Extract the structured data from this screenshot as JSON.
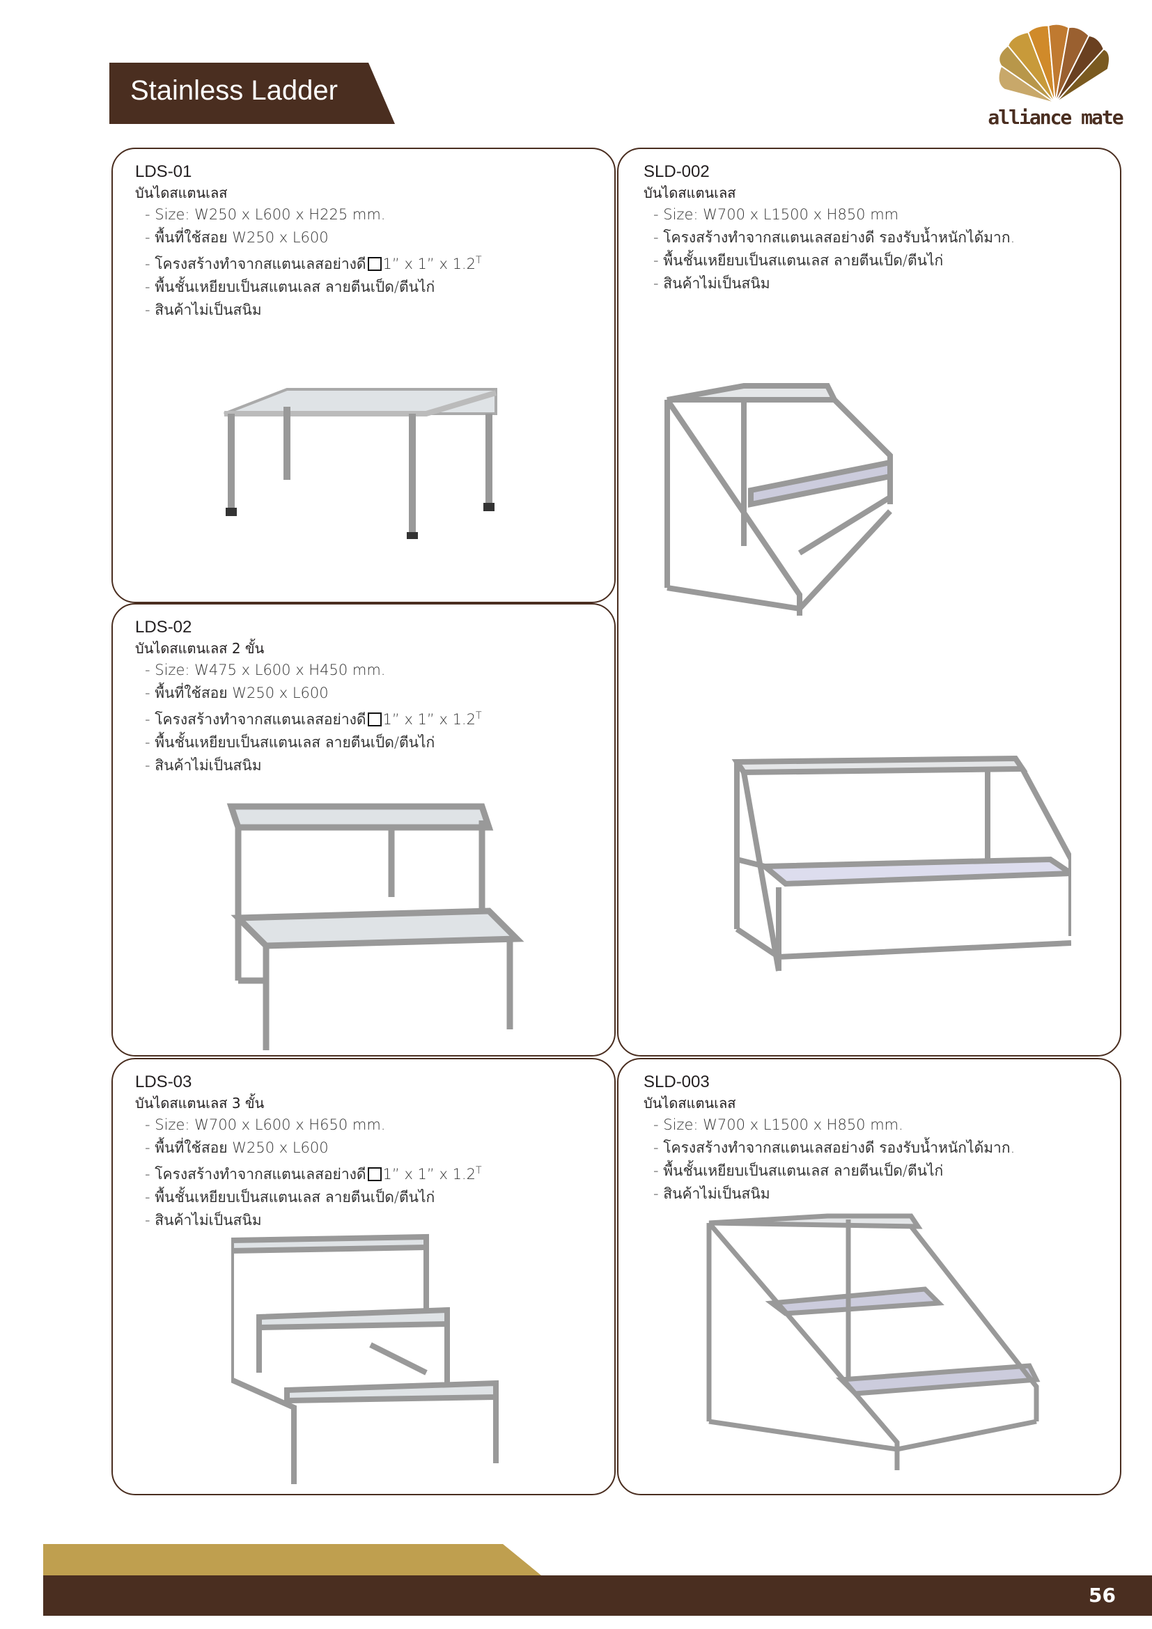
{
  "header": {
    "title": "Stainless Ladder"
  },
  "logo": {
    "text": "alliance mate"
  },
  "products": [
    {
      "code": "LDS-01",
      "name": "บันไดสแตนเลส",
      "specs": [
        "Size: W250 x L600 x H225 mm.",
        "พื้นที่ใช้สอย W250 x L600",
        "โครงสร้างทำจากสแตนเลสอย่างดี",
        "พื้นชั้นเหยียบเป็นสแตนเลส ลายตีนเป็ด/ตีนไก่",
        "สินค้าไม่เป็นสนิม"
      ],
      "tube": "1” x 1” x 1.2",
      "tube_sup": "T"
    },
    {
      "code": "SLD-002",
      "name": "บันไดสแตนเลส",
      "specs": [
        "Size: W700 x L1500 x H850 mm",
        "โครงสร้างทำจากสแตนเลสอย่างดี รองรับน้ำหนักได้มาก.",
        "พื้นชั้นเหยียบเป็นสแตนเลส ลายตีนเป็ด/ตีนไก่",
        "สินค้าไม่เป็นสนิม"
      ]
    },
    {
      "code": "LDS-02",
      "name": "บันไดสแตนเลส 2 ขั้น",
      "specs": [
        "Size: W475 x L600 x H450 mm.",
        "พื้นที่ใช้สอย W250 x L600",
        "โครงสร้างทำจากสแตนเลสอย่างดี",
        "พื้นชั้นเหยียบเป็นสแตนเลส ลายตีนเป็ด/ตีนไก่",
        "สินค้าไม่เป็นสนิม"
      ],
      "tube": "1” x 1” x 1.2",
      "tube_sup": "T"
    },
    {
      "code": "LDS-03",
      "name": "บันไดสแตนเลส 3 ขั้น",
      "specs": [
        "Size: W700 x L600 x H650 mm.",
        "พื้นที่ใช้สอย W250 x L600",
        "โครงสร้างทำจากสแตนเลสอย่างดี",
        "พื้นชั้นเหยียบเป็นสแตนเลส ลายตีนเป็ด/ตีนไก่",
        "สินค้าไม่เป็นสนิม"
      ],
      "tube": "1” x 1” x 1.2",
      "tube_sup": "T"
    },
    {
      "code": "SLD-003",
      "name": "บันไดสแตนเลส",
      "specs": [
        "Size: W700 x L1500 x H850 mm.",
        "โครงสร้างทำจากสแตนเลสอย่างดี รองรับน้ำหนักได้มาก.",
        "พื้นชั้นเหยียบเป็นสแตนเลส ลายตีนเป็ด/ตีนไก่",
        "สินค้าไม่เป็นสนิม"
      ]
    }
  ],
  "footer": {
    "page": "56"
  }
}
